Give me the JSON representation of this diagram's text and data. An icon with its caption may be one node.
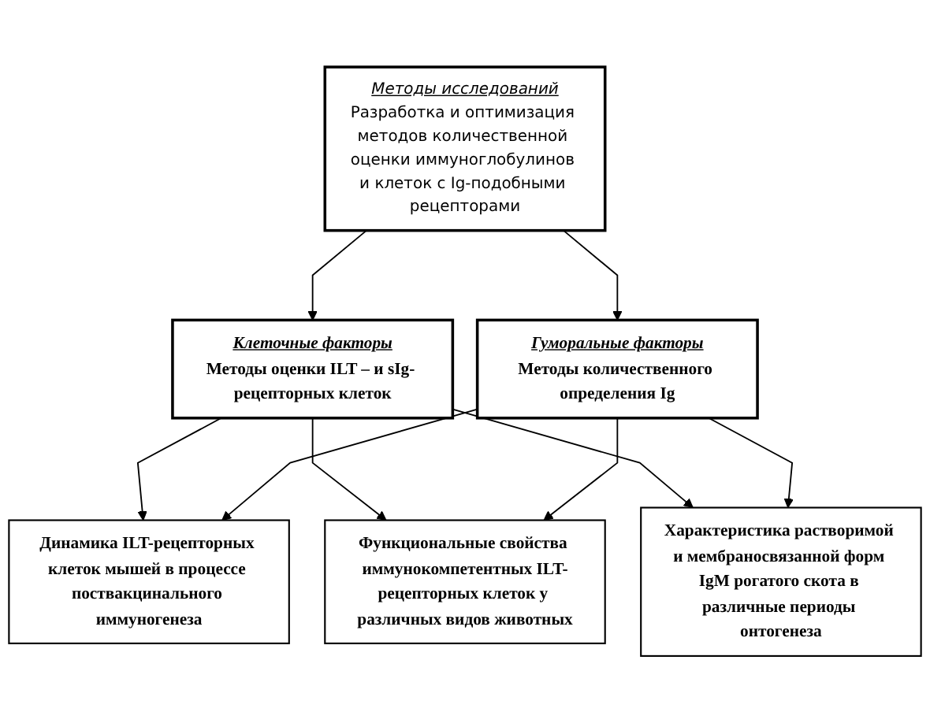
{
  "diagram": {
    "nodes": [
      {
        "text": [
          "Методы исследований",
          "Разработка и оптимизация методов количественной оценки иммуноглобулинов и клеток с Ig-подобными рецепторами"
        ]
      },
      {
        "text": [
          "Клеточные факторы",
          "Методы оценки ILT – и sIg- рецепторных клеток"
        ]
      },
      {
        "text": [
          "Гуморальные факторы",
          "Методы количественного определения Ig"
        ]
      },
      {
        "text": [
          "Динамика ILT-рецепторных клеток мышей в процессе поствакцинального иммуногенеза"
        ]
      },
      {
        "text": [
          "Характеристика растворимой и мембраносвязанной форм IgM рогатого скота в различные периоды онтогенеза"
        ]
      },
      {
        "text": [
          "Функциональные свойства иммунокомпетентных ILT-рецепторных клеток у различных видов животных"
        ]
      }
    ],
    "edges": [
      {
        "from": 0,
        "to": 1,
        "arrow": "to"
      },
      {
        "from": 0,
        "to": 2,
        "arrow": "to"
      },
      {
        "from": 1,
        "to": 3,
        "arrow": "to"
      },
      {
        "from": 1,
        "to": 5,
        "arrow": "to"
      },
      {
        "from": 1,
        "to": 4,
        "arrow": "to"
      },
      {
        "from": 2,
        "to": 3,
        "arrow": "to"
      },
      {
        "from": 2,
        "to": 5,
        "arrow": "to"
      },
      {
        "from": 2,
        "to": 4,
        "arrow": "to"
      }
    ]
  }
}
